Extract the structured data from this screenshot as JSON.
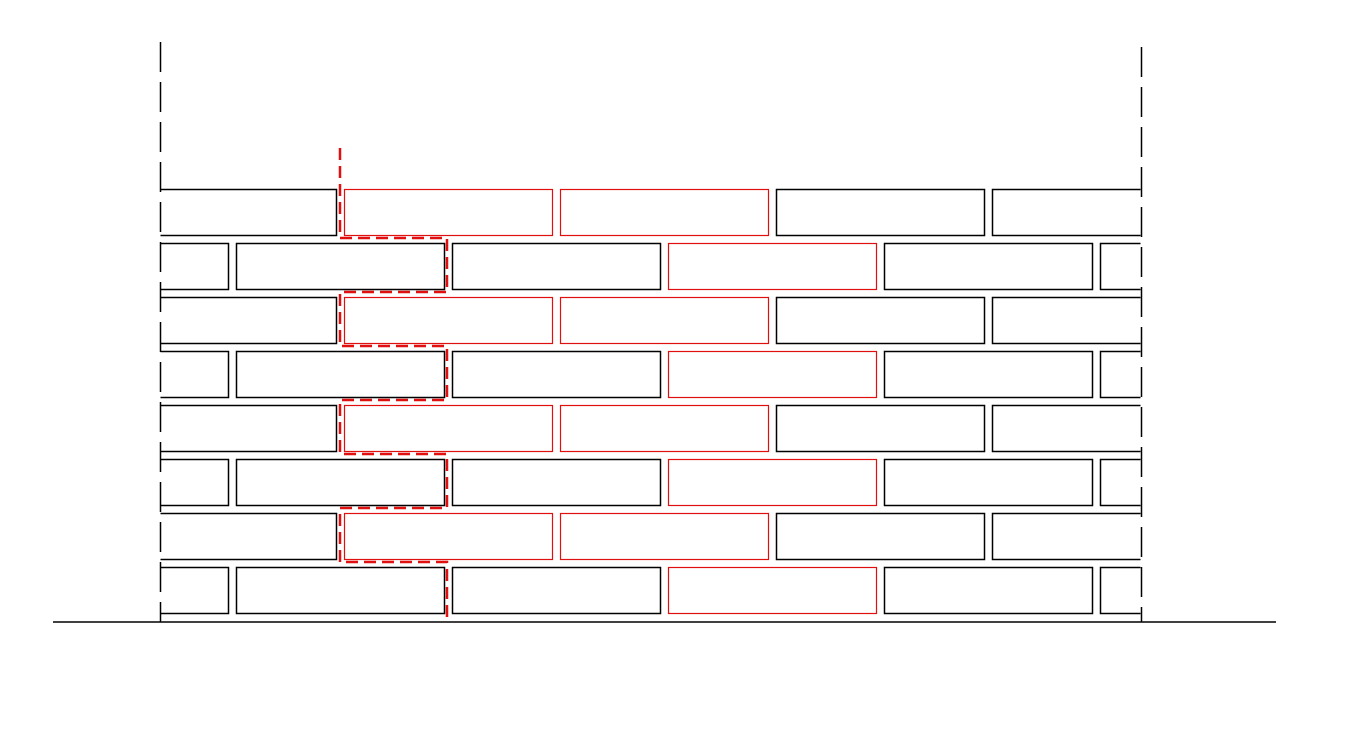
{
  "diagram": {
    "type": "brick-wall-elevation",
    "rows": 8,
    "highlighted_bricks": {
      "even_rows": [
        2,
        3
      ],
      "odd_rows": [
        3
      ]
    },
    "colors": {
      "normal": "#000000",
      "highlight": "#e01010",
      "cut_line": "#e01010"
    }
  }
}
